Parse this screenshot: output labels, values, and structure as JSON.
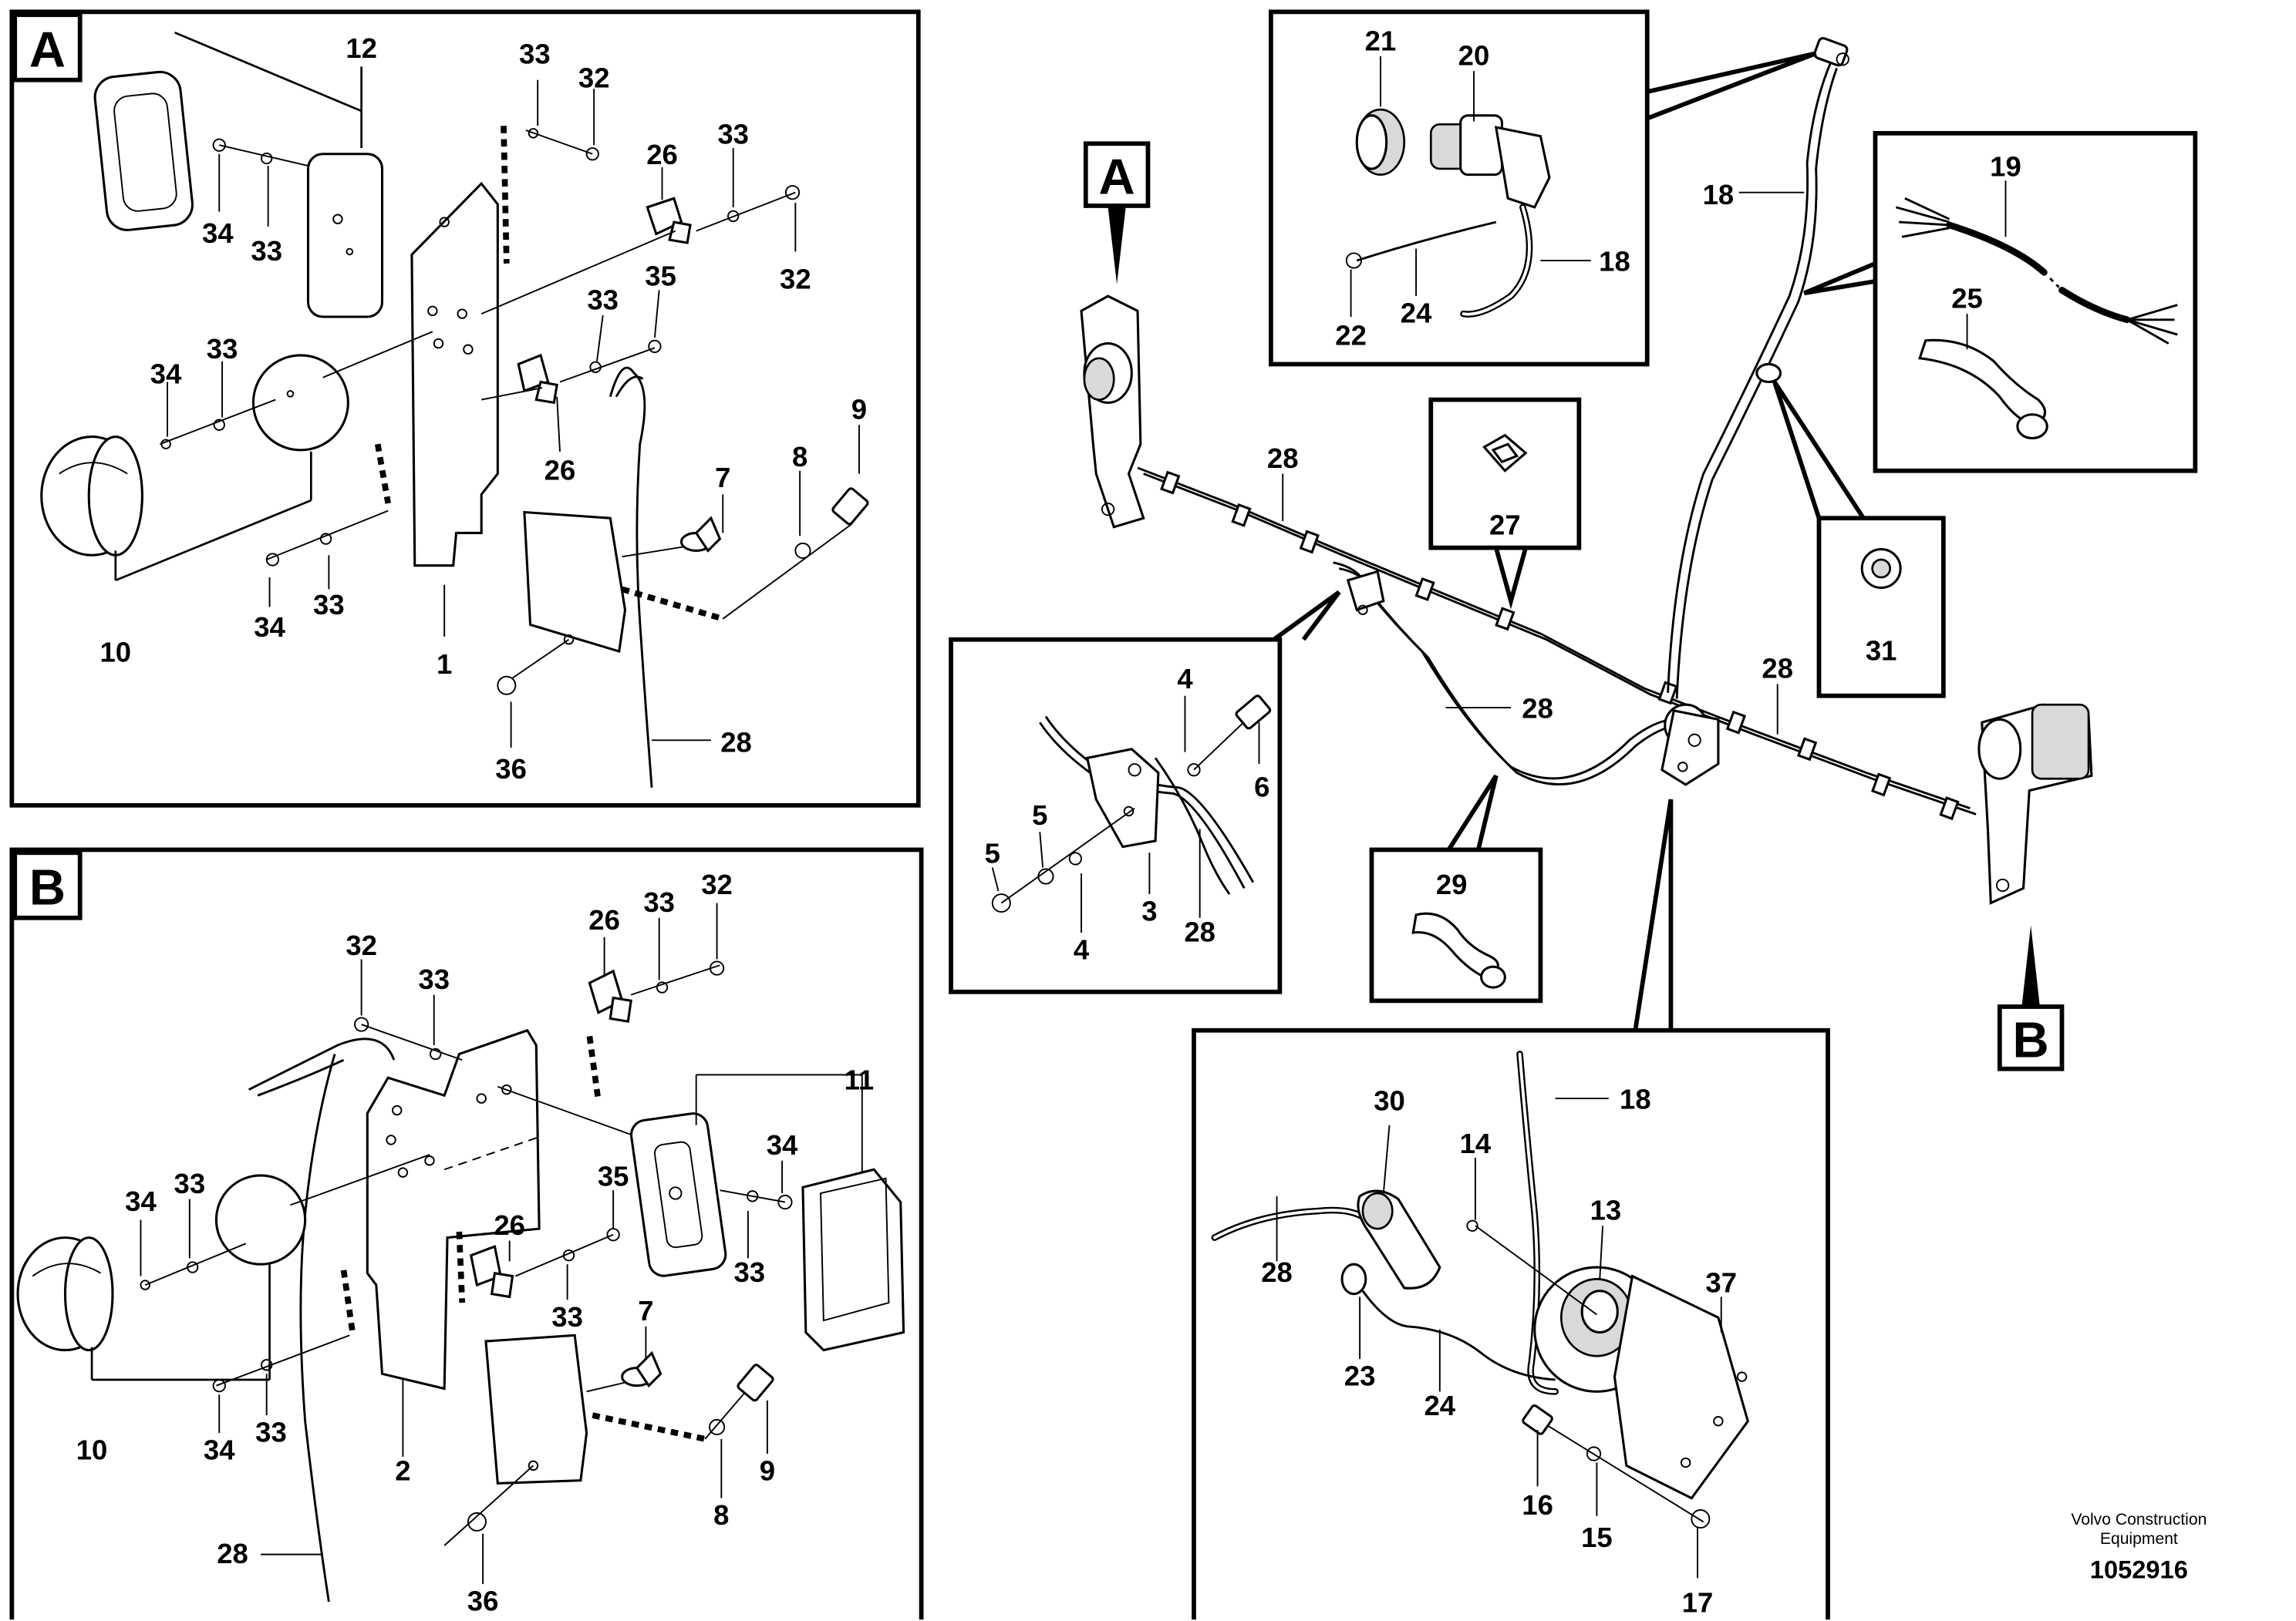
{
  "panels": {
    "A": {
      "letter": "A"
    },
    "B": {
      "letter": "B"
    }
  },
  "panel_a_labels": {
    "p12": "12",
    "p33a": "33",
    "p32a": "32",
    "p34a": "34",
    "p33b": "33",
    "p26a": "26",
    "p33c": "33",
    "p32b": "32",
    "p35": "35",
    "p33d": "33",
    "p34b": "34",
    "p33e": "33",
    "p26b": "26",
    "p9": "9",
    "p7": "7",
    "p8": "8",
    "p10": "10",
    "p34c": "34",
    "p33f": "33",
    "p1": "1",
    "p36": "36",
    "p28": "28"
  },
  "panel_b_labels": {
    "p26a": "26",
    "p33a": "33",
    "p32a": "32",
    "p32b": "32",
    "p33b": "33",
    "p11": "11",
    "p35": "35",
    "p34a": "34",
    "p34b": "34",
    "p33c": "33",
    "p26b": "26",
    "p33d": "33",
    "p33e": "33",
    "p7": "7",
    "p10": "10",
    "p34c": "34",
    "p33f": "33",
    "p9": "9",
    "p2": "2",
    "p8": "8",
    "p28": "28",
    "p36": "36"
  },
  "main_labels": {
    "callout_a": "A",
    "callout_b": "B",
    "p28a": "28",
    "p18": "18",
    "p28b": "28",
    "p28c": "28"
  },
  "inset_connector": {
    "p21": "21",
    "p20": "20",
    "p18": "18",
    "p22": "22",
    "p24": "24"
  },
  "inset_wire": {
    "p19": "19",
    "p25": "25"
  },
  "inset_clip": {
    "p27": "27"
  },
  "inset_grommet": {
    "p31": "31"
  },
  "inset_bracket": {
    "p4a": "4",
    "p6": "6",
    "p5a": "5",
    "p5b": "5",
    "p3": "3",
    "p28": "28",
    "p4b": "4"
  },
  "inset_hose": {
    "p29": "29"
  },
  "inset_socket": {
    "p30": "30",
    "p18": "18",
    "p14": "14",
    "p13": "13",
    "p28": "28",
    "p37": "37",
    "p23": "23",
    "p24": "24",
    "p16": "16",
    "p15": "15",
    "p17": "17"
  },
  "footer": {
    "brand_line1": "Volvo Construction",
    "brand_line2": "Equipment",
    "doc_number": "1052916"
  }
}
